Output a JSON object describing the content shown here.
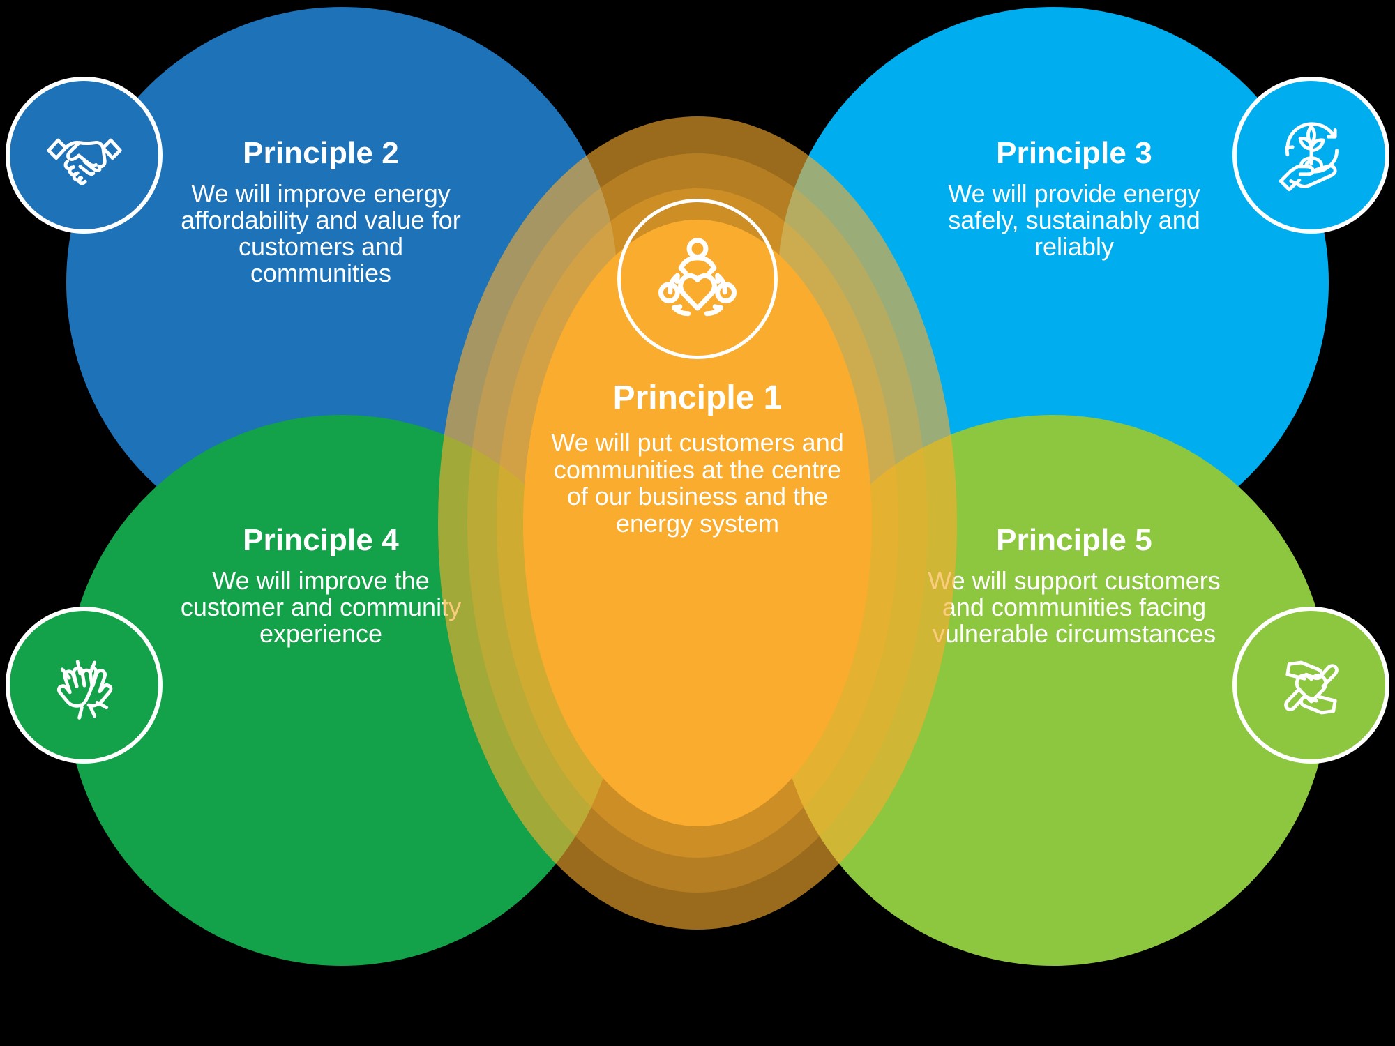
{
  "background_color": "#000000",
  "center": {
    "id": "principle-1",
    "title": "Principle 1",
    "description": "We will put customers and communities at the centre of our business and the energy system",
    "color": "#f9ac2e",
    "icon": "people-around-heart-icon"
  },
  "lobes": [
    {
      "id": "principle-2",
      "title": "Principle 2",
      "description": "We will improve energy affordability and value for customers and communities",
      "color": "#1d72b8",
      "icon": "handshake-icon",
      "position": "top-left"
    },
    {
      "id": "principle-3",
      "title": "Principle 3",
      "description": "We will provide energy safely, sustainably and reliably",
      "color": "#00aeef",
      "icon": "hand-holding-plant-recycle-icon",
      "position": "top-right"
    },
    {
      "id": "principle-4",
      "title": "Principle 4",
      "description": "We will improve the customer and community experience",
      "color": "#13a24a",
      "icon": "clapping-hands-icon",
      "position": "bottom-left"
    },
    {
      "id": "principle-5",
      "title": "Principle 5",
      "description": "We will support customers and communities facing vulnerable circumstances",
      "color": "#8dc63f",
      "icon": "hands-holding-heart-icon",
      "position": "bottom-right"
    }
  ]
}
